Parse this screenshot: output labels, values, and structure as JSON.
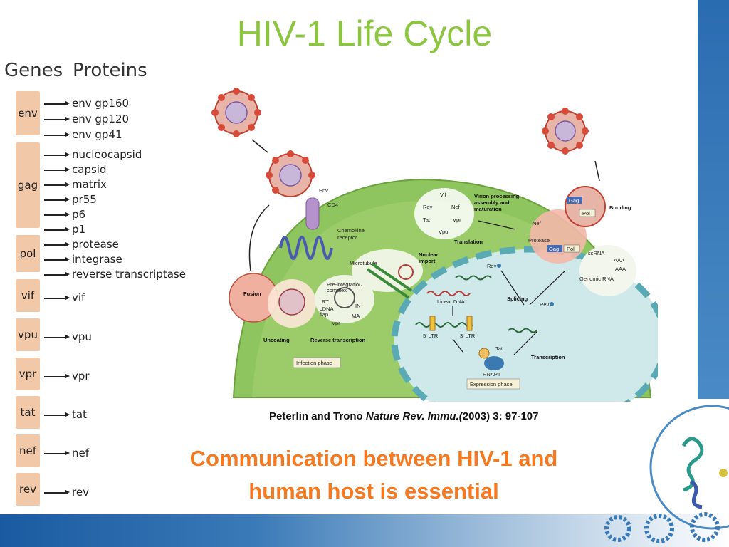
{
  "slide": {
    "title": "HIV-1 Life Cycle",
    "genes_header": "Genes",
    "proteins_header": "Proteins",
    "message_line1": "Communication between HIV-1 and",
    "message_line2": "human host is essential",
    "citation_authors": "Peterlin and Trono ",
    "citation_journal": "Nature Rev. Immu.(",
    "citation_rest": "2003) 3: 97-107"
  },
  "genes": [
    {
      "name": "env",
      "proteins": [
        "env gp160",
        "env gp120",
        "env gp41"
      ]
    },
    {
      "name": "gag",
      "proteins": [
        "nucleocapsid",
        "capsid",
        "matrix",
        "pr55",
        "p6",
        "p1"
      ]
    },
    {
      "name": "pol",
      "proteins": [
        "protease",
        "integrase",
        "reverse transcriptase"
      ]
    },
    {
      "name": "vif",
      "proteins": [
        "vif"
      ]
    },
    {
      "name": "vpu",
      "proteins": [
        "vpu"
      ]
    },
    {
      "name": "vpr",
      "proteins": [
        "vpr"
      ]
    },
    {
      "name": "tat",
      "proteins": [
        "tat"
      ]
    },
    {
      "name": "nef",
      "proteins": [
        "nef"
      ]
    },
    {
      "name": "rev",
      "proteins": [
        "rev"
      ]
    }
  ],
  "diagram": {
    "env": "Env",
    "cd4": "CD4",
    "chemokine_receptor_1": "Chemokine",
    "chemokine_receptor_2": "receptor",
    "fusion": "Fusion",
    "uncoating": "Uncoating",
    "reverse_transcription": "Reverse transcription",
    "microtubule": "Microtubule",
    "preintegration_1": "Pre-integration",
    "preintegration_2": "complex",
    "rt": "RT",
    "cdna_flap_1": "cDNA",
    "cdna_flap_2": "flap",
    "in": "IN",
    "ma": "MA",
    "vpr": "Vpr",
    "nuclear_import_1": "Nuclear",
    "nuclear_import_2": "import",
    "linear_dna": "Linear DNA",
    "ltr5": "5' LTR",
    "ltr3": "3' LTR",
    "tat": "Tat",
    "rnapii": "RNAPII",
    "transcription": "Transcription",
    "splicing": "Splicing",
    "rev_nuc": "Rev",
    "rev_out": "Rev",
    "translation": "Translation",
    "vif": "Vif",
    "rev_b": "Rev",
    "nef_b": "Nef",
    "tat_b": "Tat",
    "vpr_b": "Vpr",
    "vpu_b": "Vpu",
    "virion_1": "Virion processing,",
    "virion_2": "assembly and",
    "virion_3": "maturation",
    "nef": "Nef",
    "protease": "Protease",
    "gag_top": "Gag",
    "pol_top": "Pol",
    "gag_low": "Gag",
    "pol_low": "Pol",
    "ssrna": "ssRNA",
    "aaa1": "AAA",
    "aaa2": "AAA",
    "genomic_rna": "Genomic RNA",
    "budding": "Budding",
    "infection_phase": "Infection phase",
    "expression_phase": "Expression phase"
  }
}
